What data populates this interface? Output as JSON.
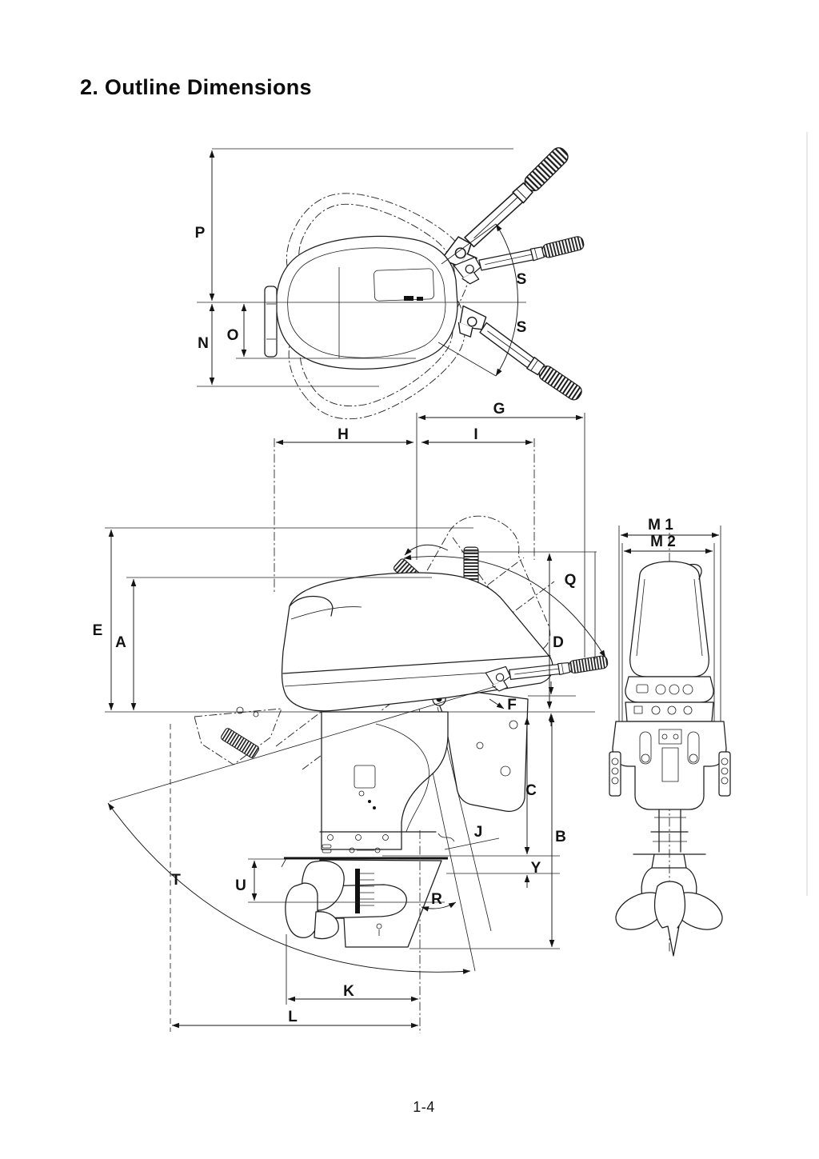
{
  "page": {
    "title": "2. Outline Dimensions",
    "page_number": "1-4"
  },
  "figure": {
    "subject": "Outboard motor outline dimension drawings (top view, side view, rear view)",
    "paper_color": "#ffffff",
    "line_color": "#1c1c1c",
    "views": [
      {
        "name": "top view",
        "dimension_labels": [
          "P",
          "N",
          "O",
          "S",
          "S"
        ]
      },
      {
        "name": "side view",
        "dimension_labels": [
          "G",
          "H",
          "I",
          "E",
          "A",
          "Q",
          "D",
          "F",
          "C",
          "B",
          "Y",
          "J",
          "T",
          "U",
          "R",
          "K",
          "L"
        ]
      },
      {
        "name": "rear view",
        "dimension_labels": [
          "M 1",
          "M 2"
        ]
      }
    ]
  },
  "labels": {
    "P": "P",
    "N": "N",
    "O": "O",
    "S": "S",
    "G": "G",
    "H": "H",
    "I": "I",
    "E": "E",
    "A": "A",
    "Q": "Q",
    "D": "D",
    "F": "F",
    "C": "C",
    "B": "B",
    "Y": "Y",
    "J": "J",
    "T": "T",
    "U": "U",
    "R": "R",
    "K": "K",
    "L": "L",
    "M1": "M 1",
    "M2": "M 2"
  }
}
